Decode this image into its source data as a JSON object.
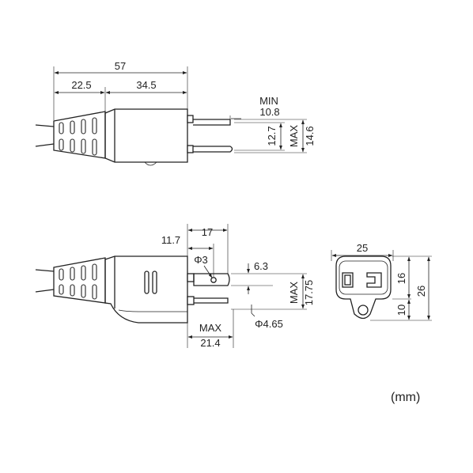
{
  "units": "(mm)",
  "top_view": {
    "overall_length": "57",
    "segment_left": "22.5",
    "segment_right": "34.5",
    "min_label": "MIN",
    "prong_length": "10.8",
    "prong_spacing": "12.7",
    "max_label": "MAX",
    "prong_spread": "14.6"
  },
  "side_view": {
    "dim_17": "17",
    "dim_11_7": "11.7",
    "phi_3": "Φ3",
    "dim_6_3": "6.3",
    "max_label_vertical": "MAX",
    "dim_17_75": "17.75",
    "max_label_bottom": "MAX",
    "dim_21_4": "21.4",
    "phi_4_65": "Φ4.65"
  },
  "receptacle_view": {
    "width": "25",
    "height_upper": "16",
    "height_lower": "10",
    "height_total": "26"
  }
}
